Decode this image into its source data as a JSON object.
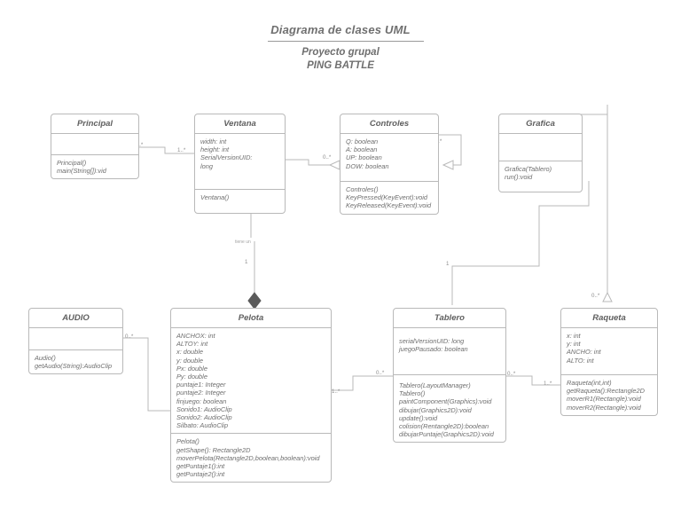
{
  "document": {
    "title": "Diagrama de clases UML",
    "subtitle_1": "Proyecto grupal",
    "subtitle_2": "PING BATTLE"
  },
  "diagram": {
    "type": "uml-class-diagram",
    "classes": [
      {
        "id": "principal",
        "name": "Principal",
        "attributes": [],
        "methods": [
          "Principal()",
          "main(String[]):vid"
        ]
      },
      {
        "id": "ventana",
        "name": "Ventana",
        "attributes": [
          "width: int",
          "height: int",
          "SerialVersionUID:",
          "long"
        ],
        "methods": [
          "Ventana()"
        ]
      },
      {
        "id": "controles",
        "name": "Controles",
        "attributes": [
          "Q: boolean",
          "A: boolean",
          "UP: boolean",
          "DOW: boolean"
        ],
        "methods": [
          "Controles()",
          "KeyPressed(KeyEvent):void",
          "KeyReleased(KeyEvent):void"
        ]
      },
      {
        "id": "grafica",
        "name": "Grafica",
        "attributes": [],
        "methods": [
          "Grafica(Tablero)",
          "run():void"
        ]
      },
      {
        "id": "audio",
        "name": "AUDIO",
        "attributes": [],
        "methods": [
          "Audio()",
          "getAudio(String):AudioClip"
        ]
      },
      {
        "id": "pelota",
        "name": "Pelota",
        "attributes": [
          "ANCHOX: int",
          "ALTOY: int",
          "x: double",
          "y: double",
          "Px: double",
          "Py: double",
          "puntaje1: Integer",
          "puntaje2: Integer",
          "finjuego: boolean",
          "Sonido1: AudioClip",
          "Sonido2: AudioClip",
          "Silbato: AudioClip"
        ],
        "methods": [
          "Pelota()",
          "getShape(): Rectangle2D",
          "moverPelota(Rectangle2D,boolean,boolean):void",
          "getPuntaje1():int",
          "getPuntaje2():int"
        ]
      },
      {
        "id": "tablero",
        "name": "Tablero",
        "attributes": [
          "serialVersionUID: long",
          "juegoPausado: boolean"
        ],
        "methods": [
          "Tablero(LayoutManager)",
          "Tablero()",
          "paintComponent(Graphics):void",
          "dibujar(Graphics2D):void",
          "update():void",
          "colision(Rentangle2D):boolean",
          "dibujarPuntaje(Graphics2D):void"
        ]
      },
      {
        "id": "raqueta",
        "name": "Raqueta",
        "attributes": [
          "x: int",
          "y: int",
          "ANCHO: int",
          "ALTO: int"
        ],
        "methods": [
          "Raqueta(int,int)",
          "getRaqueta():Rectangle2D",
          "moverR1(Rectangle):void",
          "moverR2(Rectangle):void"
        ]
      }
    ],
    "multiplicities": {
      "principal_out": "0..*",
      "ventana_in": "1..*",
      "ventana_out": "0..*",
      "controles_in": "0..*",
      "controles_out": "0..*",
      "ventana_pelota": "1",
      "ventana_pelota_note": "tiene un",
      "audio_out": "0..*",
      "pelota_out": "1..*",
      "tablero_in": "0..*",
      "tablero_out": "0..*",
      "raqueta_in": "1..*",
      "raqueta_top": "0..*",
      "grafica_tablero": "1"
    },
    "colors": {
      "line": "#b9b9b9",
      "text": "#6e6e6e",
      "title": "#6f6f6f",
      "background": "#ffffff",
      "diamond": "#5a5a5a"
    }
  }
}
